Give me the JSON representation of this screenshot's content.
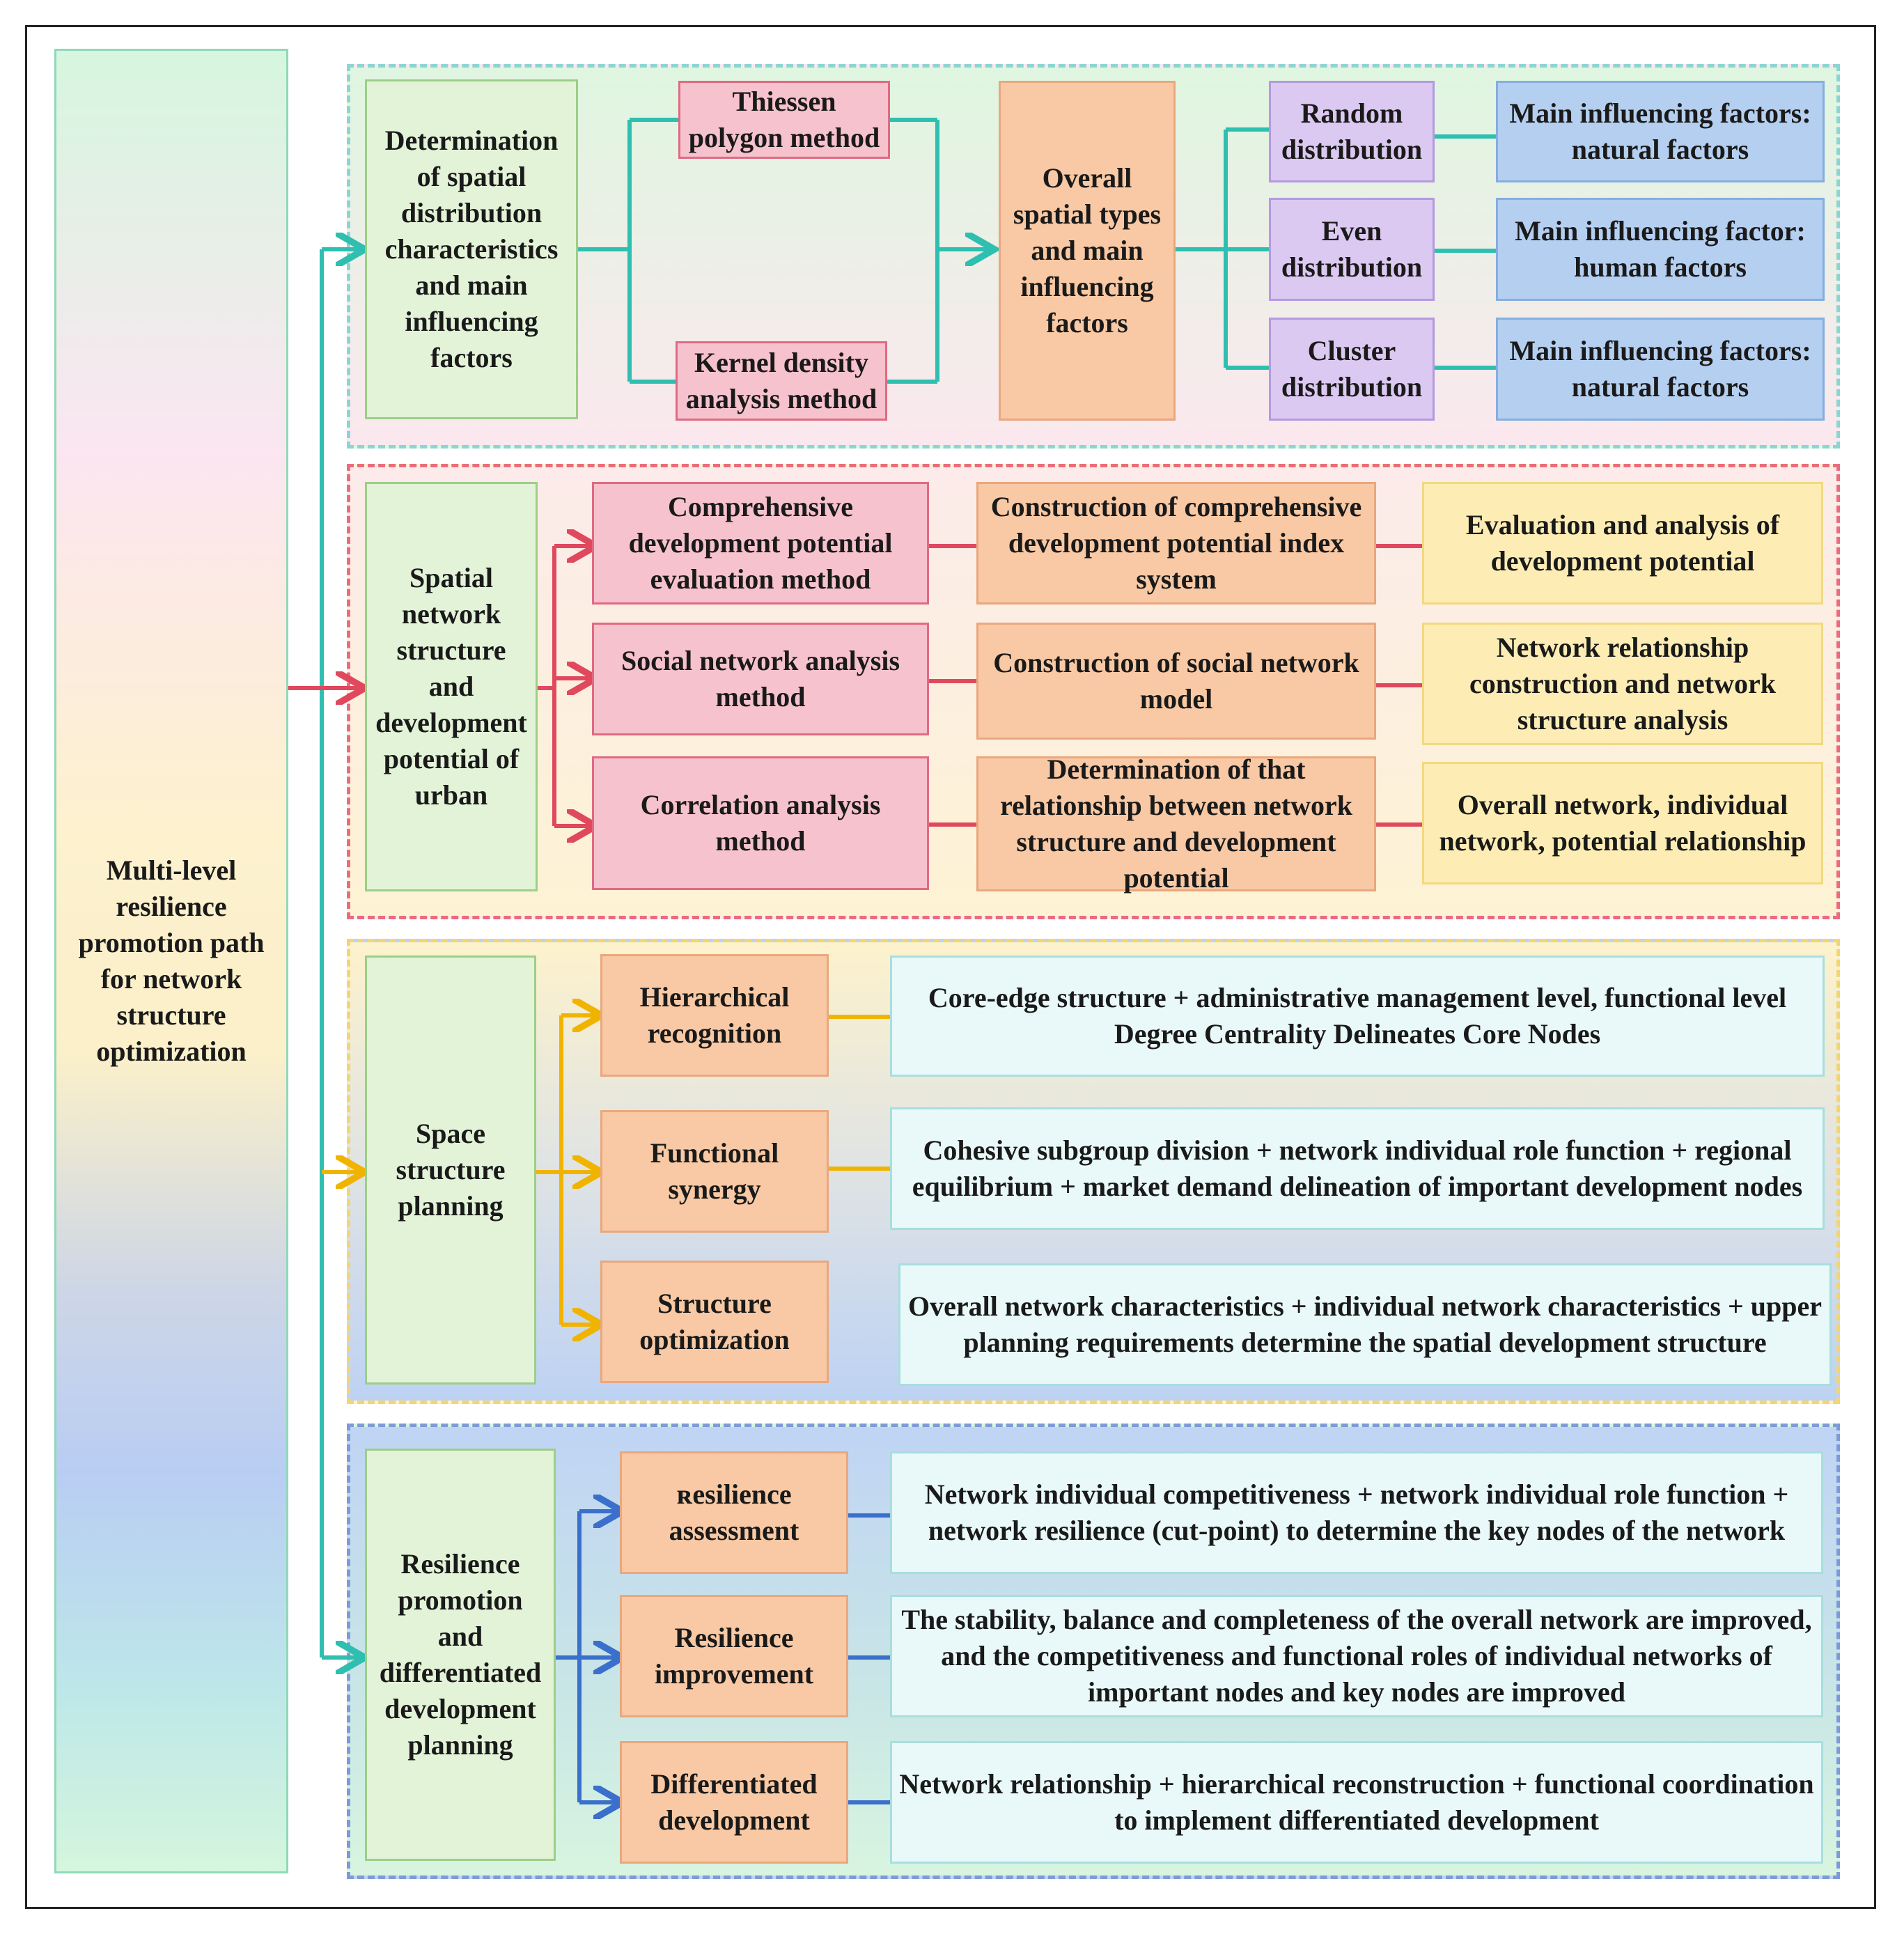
{
  "root": "Multi-level resilience promotion path for network structure optimization",
  "section1": {
    "title": "Determination of spatial distribution characteristics and main influencing factors",
    "methods": [
      "Thiessen polygon method",
      "Kernel density analysis method"
    ],
    "center": "Overall spatial types and main influencing factors",
    "distributions": [
      "Random distribution",
      "Even distribution",
      "Cluster distribution"
    ],
    "factors": [
      "Main influencing factors: natural factors",
      "Main influencing factor: human factors",
      "Main influencing factors: natural factors"
    ]
  },
  "section2": {
    "title": "Spatial network structure and development potential of urban",
    "methods": [
      "Comprehensive development potential evaluation method",
      "Social network analysis method",
      "Correlation analysis method"
    ],
    "constructions": [
      "Construction of comprehensive development potential index system",
      "Construction of social network model",
      "Determination of that relationship between network structure and development potential"
    ],
    "results": [
      "Evaluation and analysis of development potential",
      "Network relationship construction and network structure analysis",
      "Overall network, individual network, potential relationship"
    ]
  },
  "section3": {
    "title": "Space structure planning",
    "steps": [
      "Hierarchical recognition",
      "Functional synergy",
      "Structure optimization"
    ],
    "details": [
      "Core-edge structure + administrative management level, functional level Degree Centrality Delineates Core Nodes",
      "Cohesive subgroup division + network individual role function + regional equilibrium + market demand delineation of important development nodes",
      "Overall network characteristics + individual network characteristics + upper planning requirements determine the spatial development structure"
    ]
  },
  "section4": {
    "title": "Resilience promotion and differentiated development planning",
    "steps": [
      "ʀesilience assessment",
      "Resilience improvement",
      "Differentiated development"
    ],
    "details": [
      "Network individual competitiveness + network individual role function + network resilience (cut-point) to determine the key nodes of the network",
      "The stability, balance and completeness of the overall network are improved, and the competitiveness and functional roles of individual networks of important nodes and key nodes are improved",
      "Network relationship + hierarchical reconstruction + functional coordination to implement differentiated development"
    ]
  },
  "colors": {
    "teal": "#2ebfb0",
    "red": "#e0485e",
    "gold": "#f0b400",
    "blue": "#3b6fcc"
  }
}
